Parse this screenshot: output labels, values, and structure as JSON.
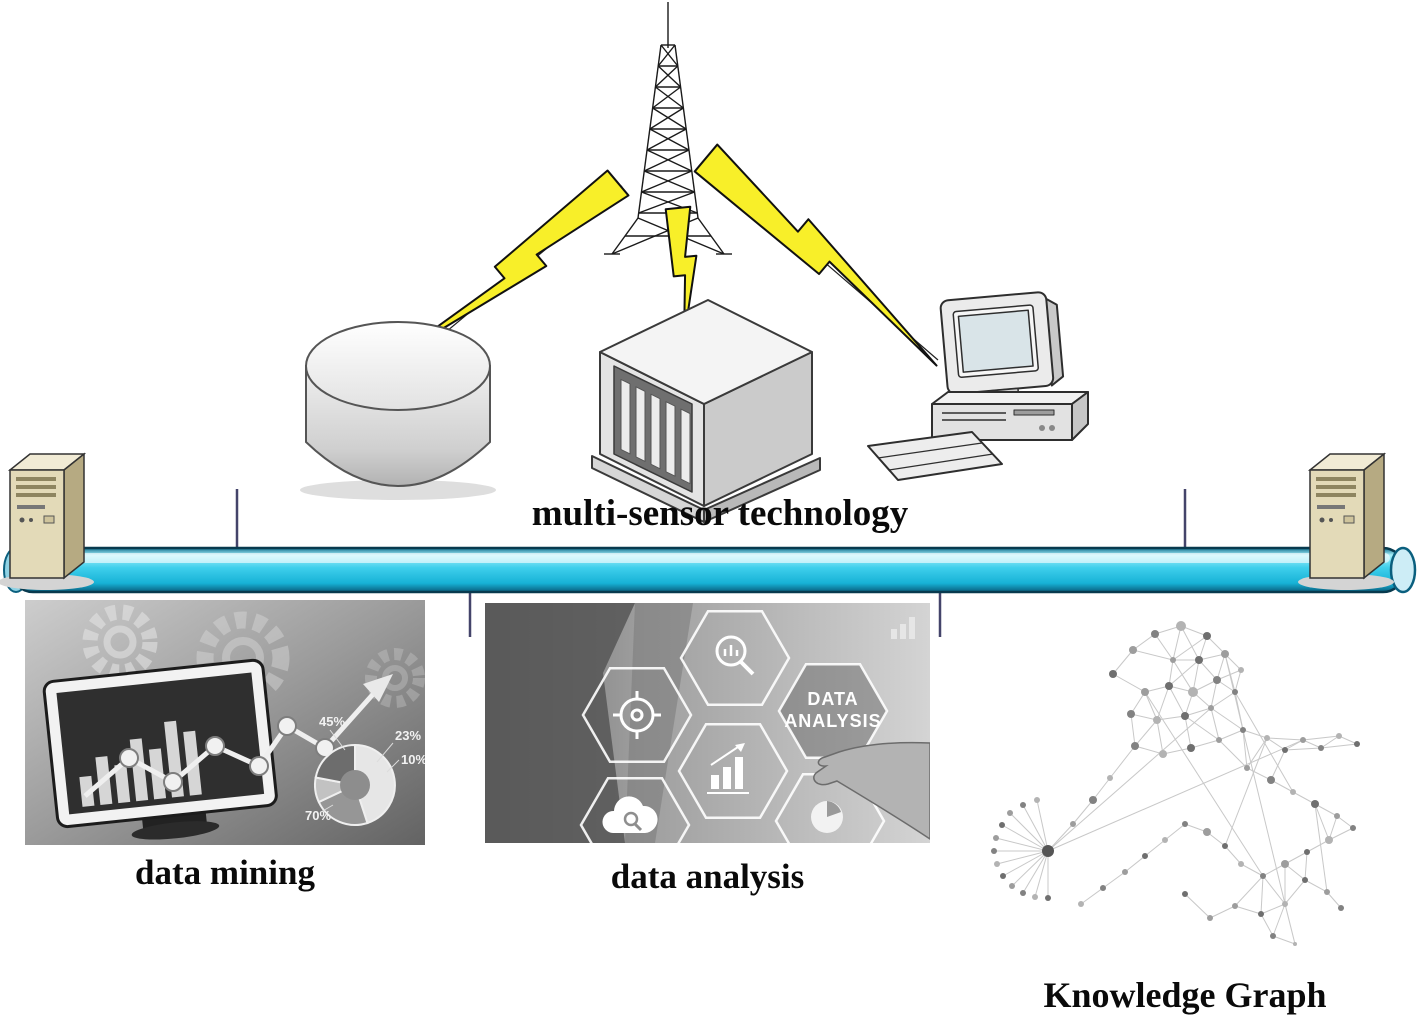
{
  "figure": {
    "title_top": "multi-sensor technology",
    "captions": {
      "data_mining": "data mining",
      "data_analysis": "data analysis",
      "knowledge_graph": "Knowledge Graph"
    }
  },
  "panels": {
    "data_mining": {
      "percentages": [
        "45%",
        "23%",
        "10%",
        "70%"
      ]
    },
    "data_analysis": {
      "overlay_line1": "DATA",
      "overlay_line2": "ANALYSIS"
    }
  },
  "colors": {
    "lightning_yellow": "#f8ef29",
    "pipe_cyan": "#3ecfec",
    "pipe_dark": "#083a4e",
    "server_beige": "#e3dab8"
  },
  "knowledge_graph_figure": {
    "nodes": [
      [
        17,
        237,
        3
      ],
      [
        11,
        250,
        3
      ],
      [
        9,
        263,
        3
      ],
      [
        12,
        276,
        3
      ],
      [
        18,
        288,
        3
      ],
      [
        27,
        298,
        3
      ],
      [
        38,
        305,
        3
      ],
      [
        50,
        309,
        3
      ],
      [
        63,
        310,
        3
      ],
      [
        25,
        225,
        3
      ],
      [
        38,
        217,
        3
      ],
      [
        52,
        212,
        3
      ],
      [
        63,
        263,
        6
      ],
      [
        88,
        236,
        3
      ],
      [
        108,
        212,
        4
      ],
      [
        125,
        190,
        3
      ],
      [
        128,
        86,
        4
      ],
      [
        148,
        62,
        4
      ],
      [
        170,
        46,
        4
      ],
      [
        196,
        38,
        5
      ],
      [
        222,
        48,
        4
      ],
      [
        240,
        66,
        4
      ],
      [
        232,
        92,
        4
      ],
      [
        208,
        104,
        5
      ],
      [
        184,
        98,
        4
      ],
      [
        160,
        104,
        4
      ],
      [
        146,
        126,
        4
      ],
      [
        172,
        132,
        4
      ],
      [
        200,
        128,
        4
      ],
      [
        226,
        120,
        3
      ],
      [
        250,
        104,
        3
      ],
      [
        256,
        82,
        3
      ],
      [
        214,
        72,
        4
      ],
      [
        188,
        72,
        3
      ],
      [
        150,
        158,
        4
      ],
      [
        178,
        166,
        4
      ],
      [
        206,
        160,
        4
      ],
      [
        234,
        152,
        3
      ],
      [
        258,
        142,
        3
      ],
      [
        282,
        150,
        3
      ],
      [
        300,
        162,
        3
      ],
      [
        318,
        152,
        3
      ],
      [
        336,
        160,
        3
      ],
      [
        354,
        148,
        3
      ],
      [
        372,
        156,
        3
      ],
      [
        262,
        180,
        3
      ],
      [
        286,
        192,
        4
      ],
      [
        308,
        204,
        3
      ],
      [
        330,
        216,
        4
      ],
      [
        352,
        228,
        3
      ],
      [
        368,
        240,
        3
      ],
      [
        344,
        252,
        4
      ],
      [
        322,
        264,
        3
      ],
      [
        300,
        276,
        4
      ],
      [
        278,
        288,
        3
      ],
      [
        256,
        276,
        3
      ],
      [
        240,
        258,
        3
      ],
      [
        222,
        244,
        4
      ],
      [
        200,
        236,
        3
      ],
      [
        180,
        252,
        3
      ],
      [
        160,
        268,
        3
      ],
      [
        140,
        284,
        3
      ],
      [
        118,
        300,
        3
      ],
      [
        96,
        316,
        3
      ],
      [
        320,
        292,
        3
      ],
      [
        342,
        304,
        3
      ],
      [
        356,
        320,
        3
      ],
      [
        300,
        316,
        3
      ],
      [
        276,
        326,
        3
      ],
      [
        250,
        318,
        3
      ],
      [
        288,
        348,
        3
      ],
      [
        310,
        356,
        2
      ],
      [
        200,
        306,
        3
      ],
      [
        225,
        330,
        3
      ]
    ]
  }
}
